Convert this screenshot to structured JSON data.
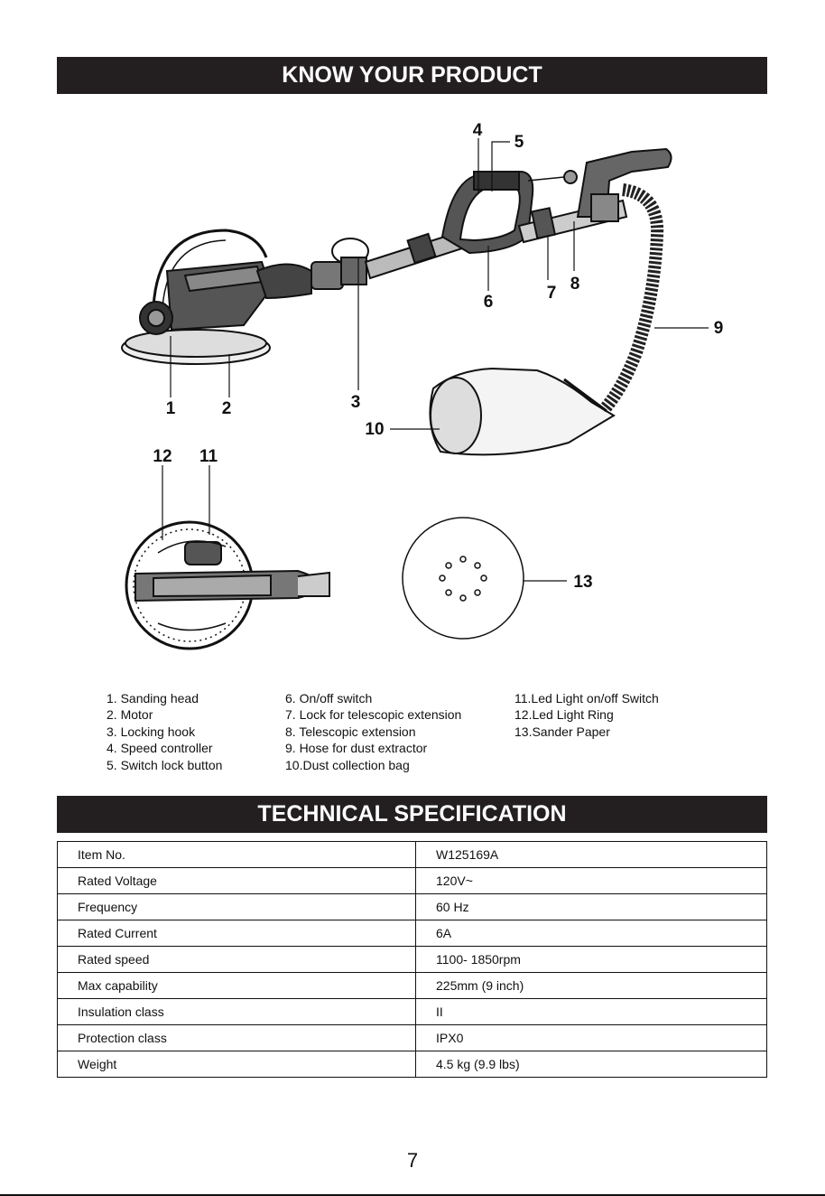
{
  "header": {
    "title": "KNOW YOUR PRODUCT"
  },
  "callouts": [
    "1",
    "2",
    "3",
    "4",
    "5",
    "6",
    "7",
    "8",
    "9",
    "10",
    "11",
    "12",
    "13"
  ],
  "parts_list": {
    "col1": [
      "1. Sanding head",
      "2. Motor",
      "3. Locking hook",
      "4. Speed controller",
      "5. Switch lock button"
    ],
    "col2": [
      "6. On/off switch",
      "7. Lock for telescopic extension",
      "8. Telescopic extension",
      "9. Hose for dust extractor",
      "10.Dust collection bag"
    ],
    "col3": [
      "11.Led Light on/off Switch",
      "12.Led Light Ring",
      "13.Sander Paper"
    ]
  },
  "spec": {
    "title": "TECHNICAL SPECIFICATION",
    "rows": [
      {
        "key": "Item No.",
        "value": "W125169A"
      },
      {
        "key": "Rated Voltage",
        "value": "120V~"
      },
      {
        "key": "Frequency",
        "value": "60 Hz"
      },
      {
        "key": "Rated Current",
        "value": "6A"
      },
      {
        "key": "Rated speed",
        "value": "1100- 1850rpm"
      },
      {
        "key": "Max capability",
        "value": "225mm (9 inch)"
      },
      {
        "key": "Insulation class",
        "value": "II"
      },
      {
        "key": "Protection class",
        "value": "IPX0"
      },
      {
        "key": "Weight",
        "value": "4.5 kg (9.9 lbs)"
      }
    ]
  },
  "page_number": "7"
}
